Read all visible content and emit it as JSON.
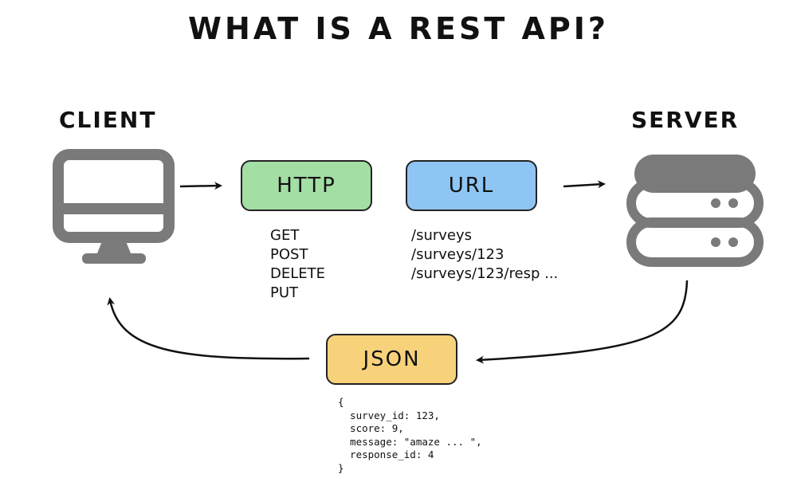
{
  "title": "WHAT IS A REST API?",
  "client": {
    "label": "CLIENT",
    "icon": "monitor-icon"
  },
  "server": {
    "label": "SERVER",
    "icon": "server-icon"
  },
  "http": {
    "label": "HTTP",
    "color": "#a3dea5",
    "methods": [
      "GET",
      "POST",
      "DELETE",
      "PUT"
    ]
  },
  "url": {
    "label": "URL",
    "color": "#8ec5f3",
    "paths": [
      "/surveys",
      "/surveys/123",
      "/surveys/123/resp ..."
    ]
  },
  "json": {
    "label": "JSON",
    "color": "#f8d27b",
    "code_lines": [
      "{",
      "  survey_id: 123,",
      "  score: 9,",
      "  message: \"amaze ... \",",
      "  response_id: 4",
      "}"
    ]
  },
  "colors": {
    "icon_gray": "#7a7a7a",
    "stroke": "#111111"
  }
}
